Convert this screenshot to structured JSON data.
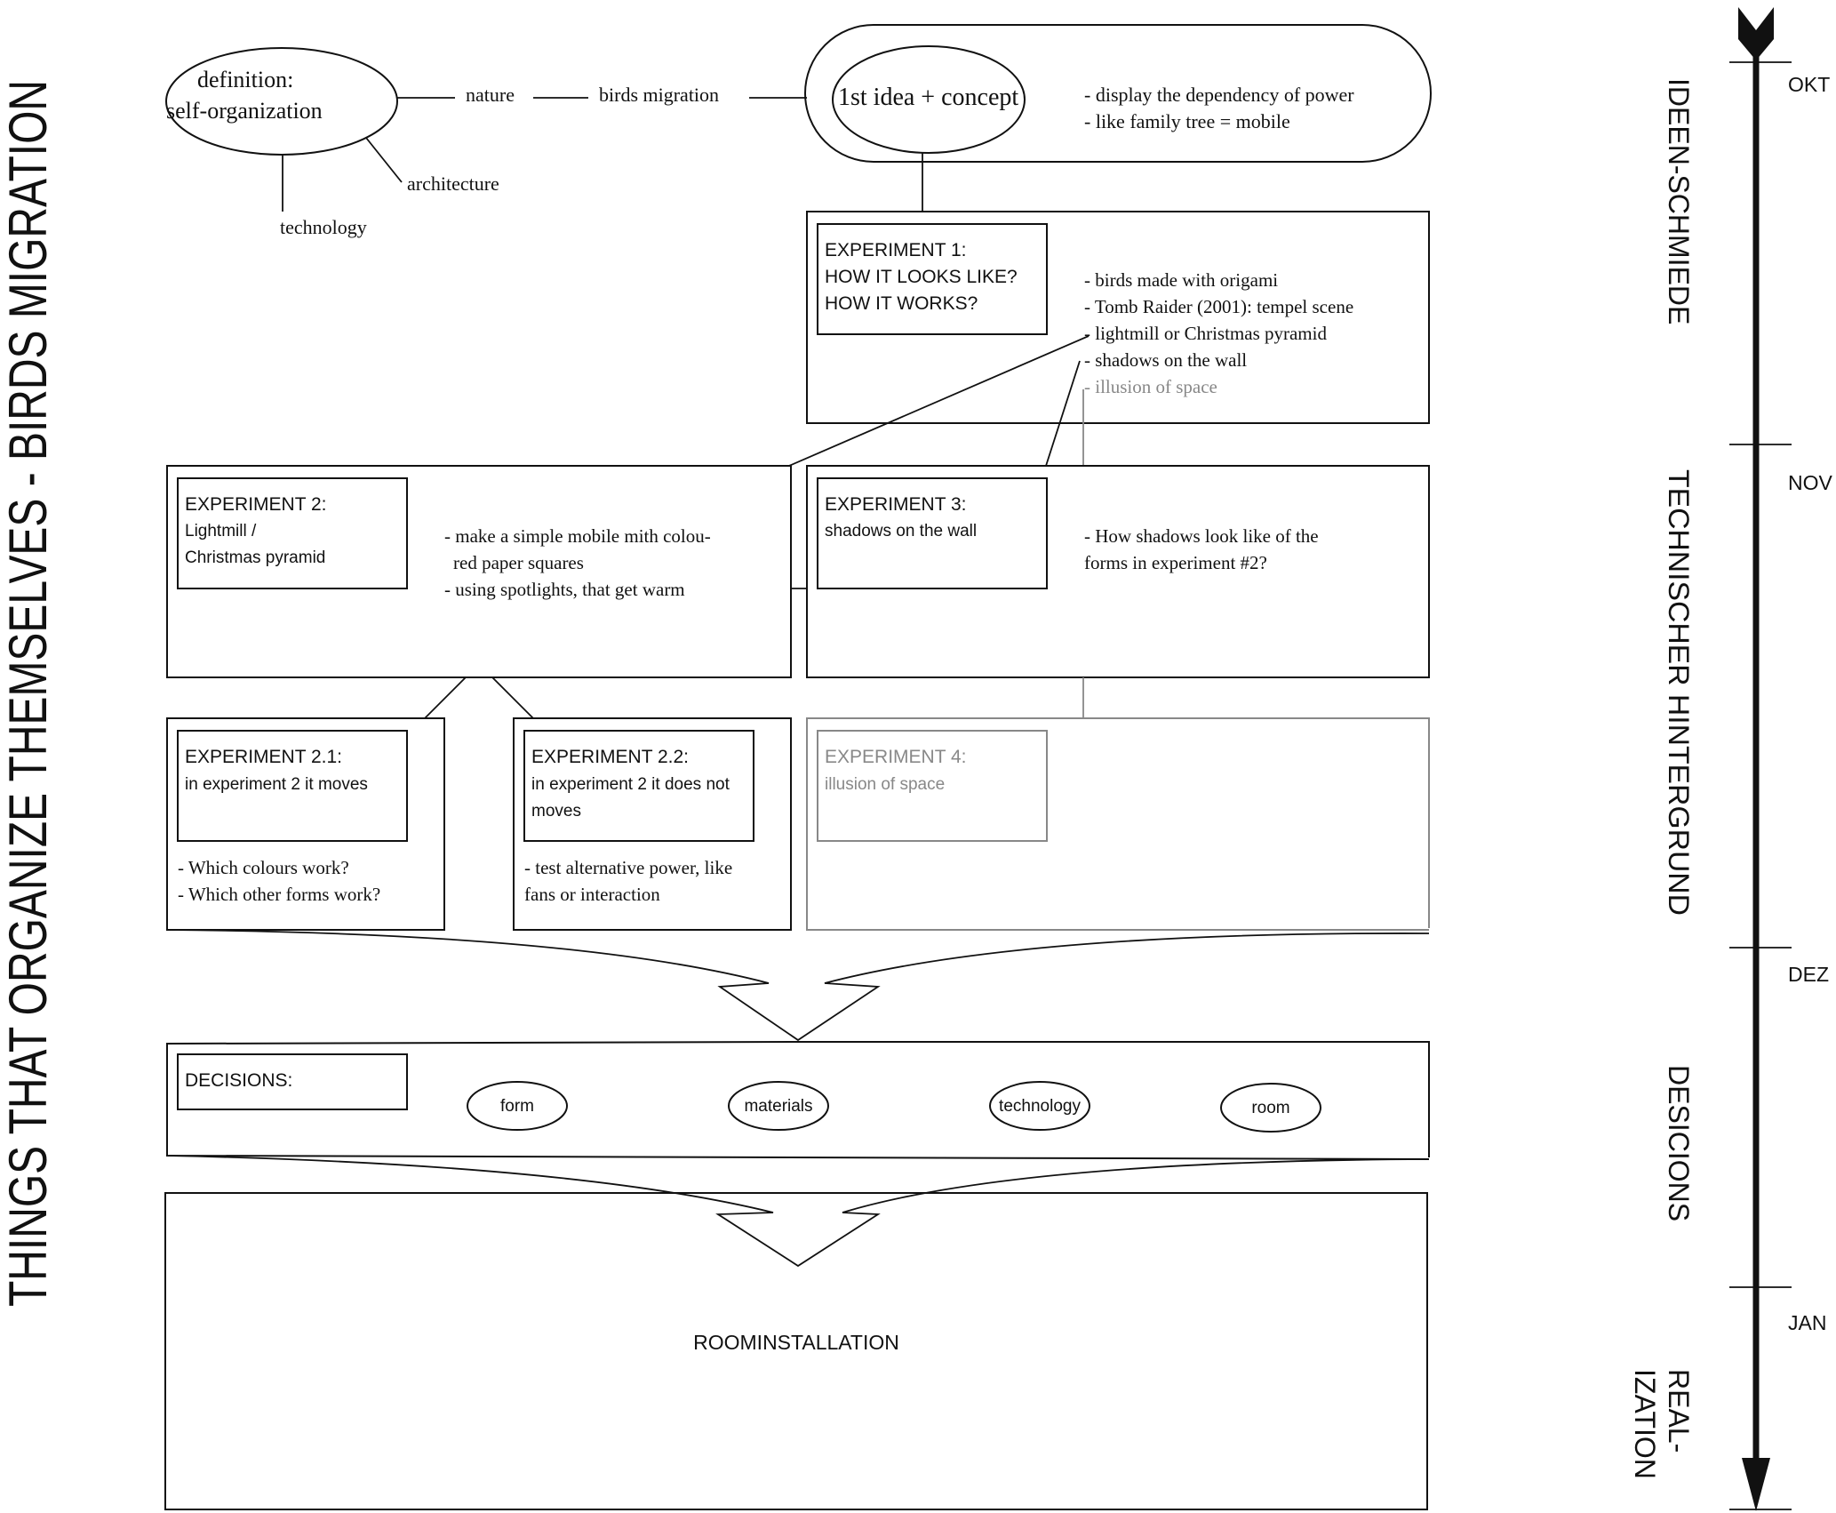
{
  "page_title": "THINGS THAT ORGANIZE THEMSELVES - BIRDS MIGRATION",
  "mindmap": {
    "definition": [
      "definition:",
      "self-organization"
    ],
    "nature": "nature",
    "birds_migration": "birds migration",
    "architecture": "architecture",
    "technology": "technology"
  },
  "idea": {
    "title": "1st idea + concept",
    "notes": [
      "- display the dependency of power",
      "- like family tree = mobile"
    ]
  },
  "experiment1": {
    "title": [
      "EXPERIMENT 1:",
      "HOW IT LOOKS LIKE?",
      "HOW IT WORKS?"
    ],
    "notes": [
      "- birds made with origami",
      "- Tomb Raider (2001): tempel scene",
      "- lightmill or Christmas pyramid",
      "- shadows on the wall",
      "- illusion of space"
    ]
  },
  "experiment2": {
    "title": "EXPERIMENT 2:",
    "subtitle": [
      "Lightmill /",
      "Christmas pyramid"
    ],
    "notes": [
      "- make a simple mobile mith colou-",
      "red paper squares",
      "- using spotlights, that get warm"
    ]
  },
  "experiment3": {
    "title": "EXPERIMENT 3:",
    "subtitle": "shadows on the wall",
    "notes": [
      "- How shadows look like of the",
      "forms in experiment #2?"
    ]
  },
  "experiment21": {
    "title": "EXPERIMENT 2.1:",
    "subtitle": "in experiment 2 it moves",
    "notes": [
      "- Which colours work?",
      "- Which other forms work?"
    ]
  },
  "experiment22": {
    "title": "EXPERIMENT 2.2:",
    "subtitle": [
      "in experiment 2 it does not",
      "moves"
    ],
    "notes": [
      "- test alternative power, like",
      "fans or interaction"
    ]
  },
  "experiment4": {
    "title": "EXPERIMENT 4:",
    "subtitle": "illusion of space"
  },
  "decisions": {
    "title": "DECISIONS:",
    "items": [
      "form",
      "materials",
      "technology",
      "room"
    ]
  },
  "final": {
    "label": "ROOMINSTALLATION"
  },
  "timeline": {
    "months": [
      "OKT",
      "NOV",
      "DEZ",
      "JAN"
    ],
    "phases": [
      "IDEEN-SCHMIEDE",
      "TECHNISCHER HINTERGRUND",
      "DESICIONS",
      "REAL-",
      "IZATION"
    ]
  },
  "colors": {
    "ink": "#111111",
    "muted": "#888888",
    "background": "#ffffff"
  }
}
